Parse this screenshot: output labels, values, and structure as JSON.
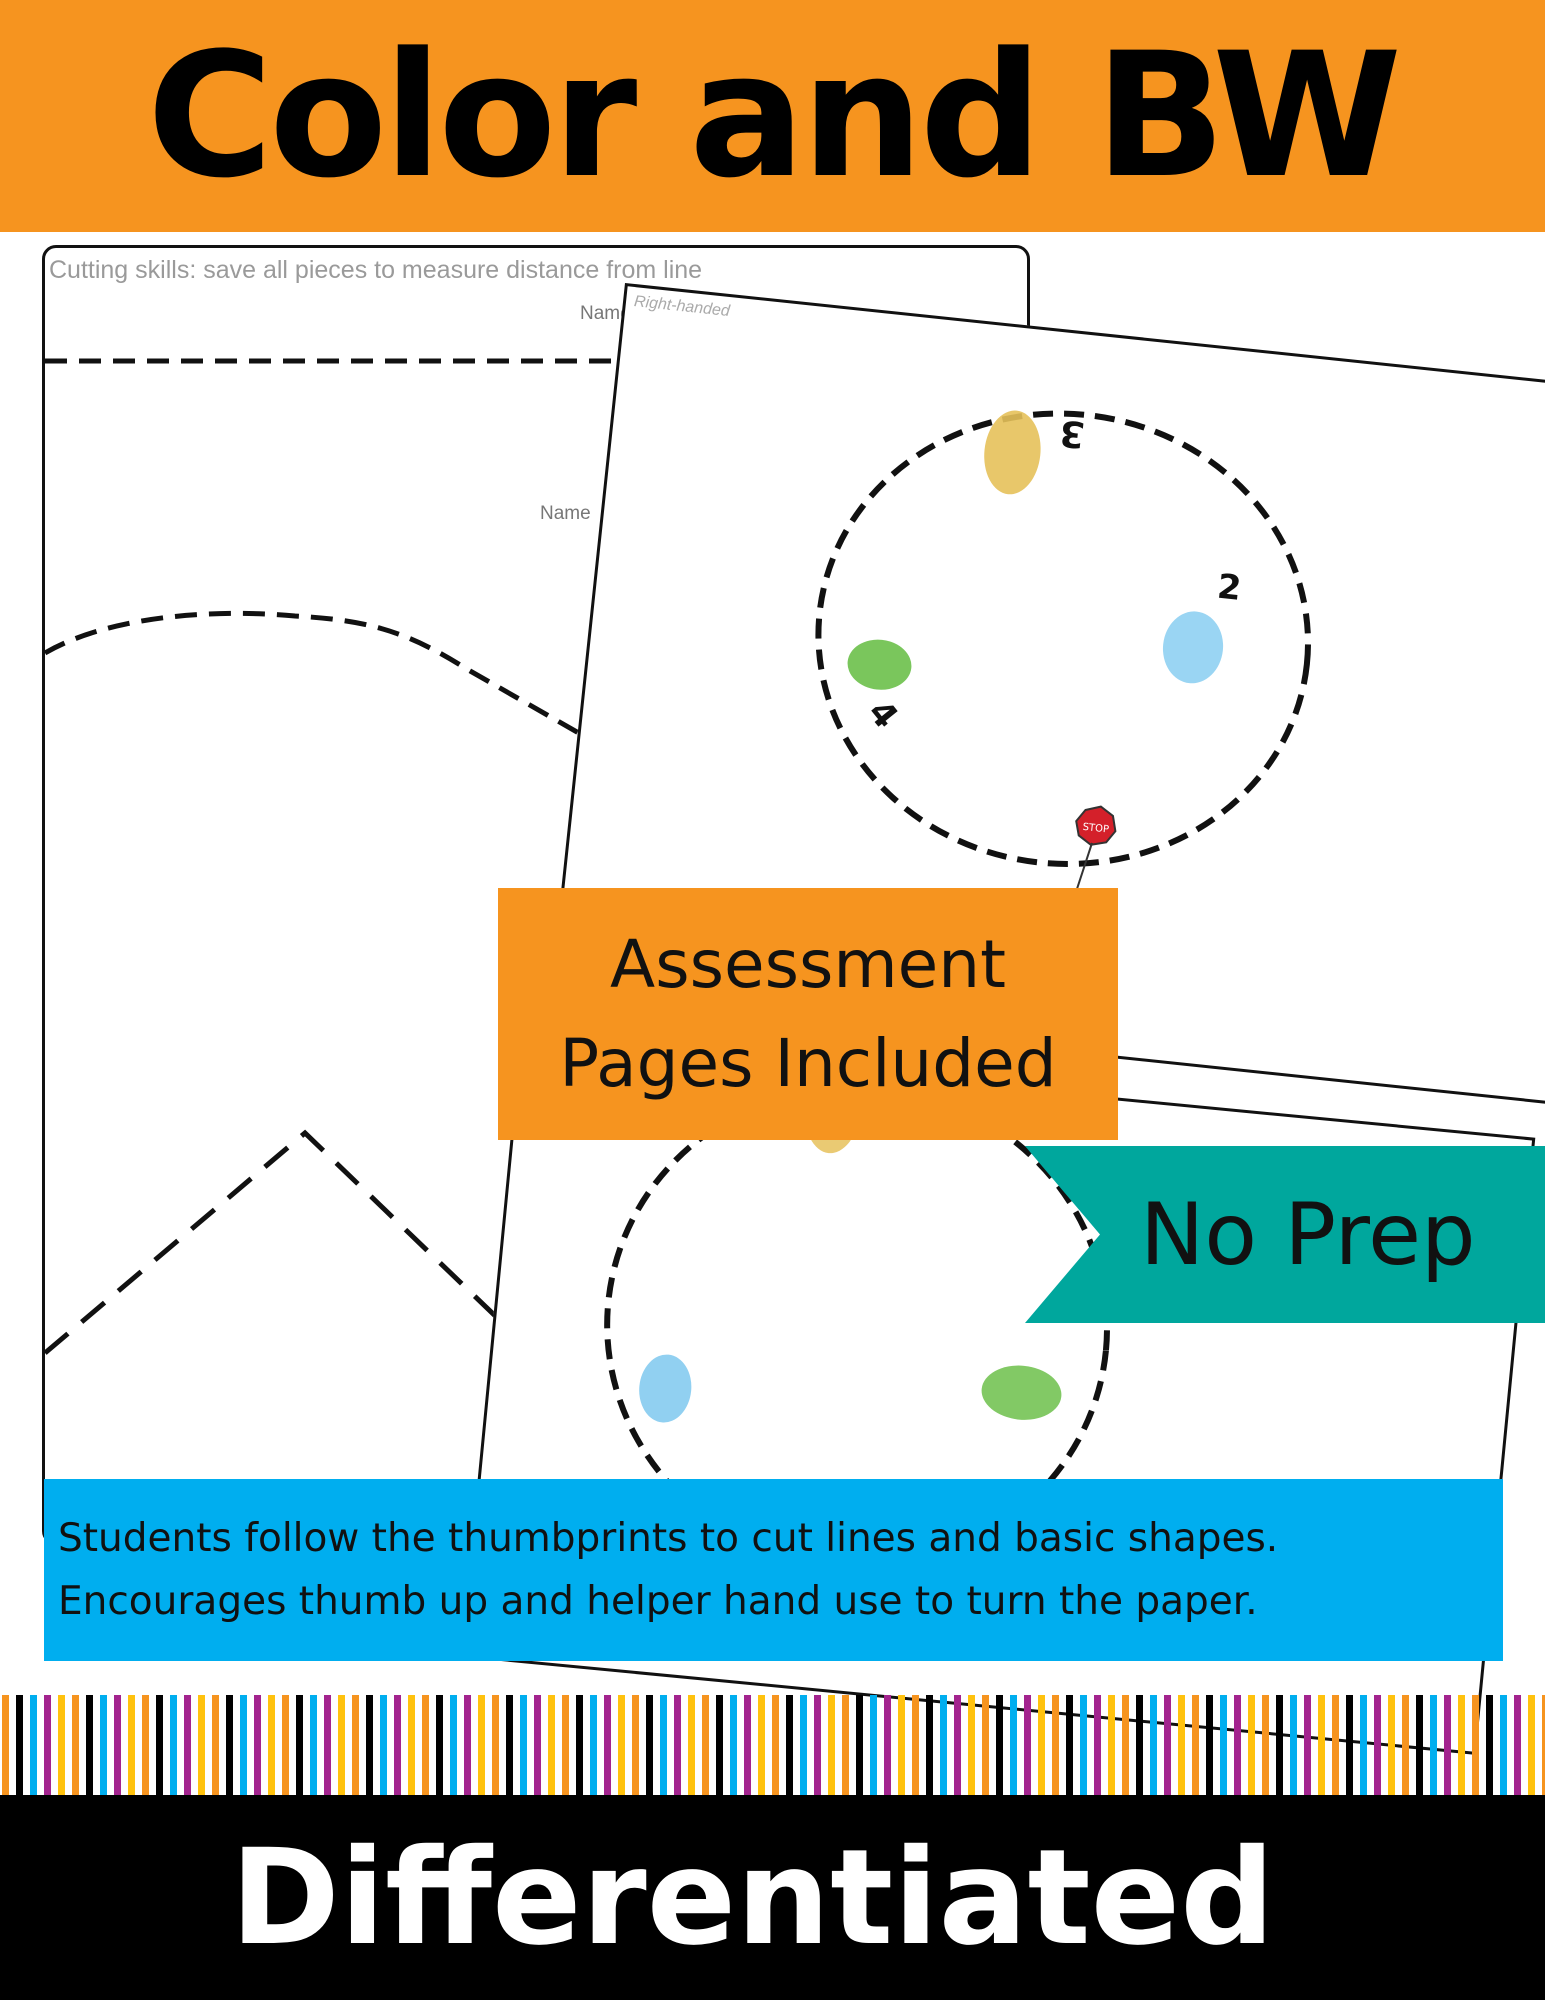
{
  "header": {
    "title": "Color and BW"
  },
  "worksheet": {
    "caption": "Cutting skills: save all pieces to measure distance from line",
    "name_label_1": "Name",
    "name_label_2": "Name",
    "handedness": "Right-handed"
  },
  "circle_numbers": [
    "3",
    "2",
    "4"
  ],
  "stop_sign_text": "STOP",
  "assessment": {
    "line1": "Assessment",
    "line2": "Pages Included"
  },
  "ribbon": {
    "label": "No Prep"
  },
  "description": {
    "line1": "Students follow the thumbprints to cut lines and basic shapes.",
    "line2": "Encourages thumb up and helper hand use to turn the paper."
  },
  "footer": {
    "title": "Differentiated"
  },
  "colors": {
    "orange": "#F6941F",
    "teal": "#00A79D",
    "blue": "#00AEEF",
    "black": "#000000",
    "stripe_palette": [
      "#F6941F",
      "#000000",
      "#00AEEF",
      "#A3238E",
      "#FFC20E"
    ]
  }
}
